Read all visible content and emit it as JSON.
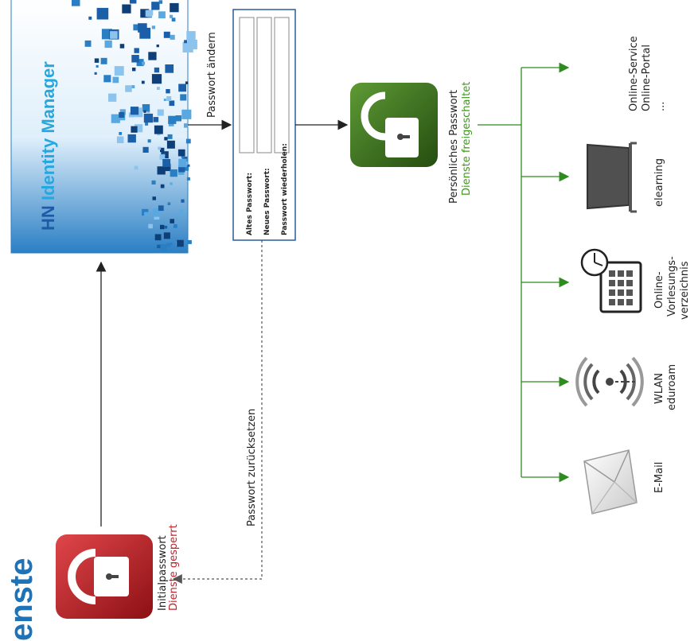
{
  "colors": {
    "red": "#c0222a",
    "green": "#3e6e1f",
    "green_text": "#3a9a16",
    "red_text": "#c0222a",
    "blue": "#1e73b8",
    "brand_blue": "#27a7e0"
  },
  "heading_fragment": "enste",
  "hn_banner": {
    "brand_prefix": "HN",
    "brand_suffix": "Identity Manager"
  },
  "form": {
    "fields": [
      "Altes Passwort:",
      "Neues Passwort:",
      "Passwort wiederholen:"
    ]
  },
  "labels": {
    "change_password": "Passwort ändern",
    "reset_password": "Passwort zurücksetzen",
    "initial_line1": "Initialpasswort",
    "initial_line2": "Dienste gesperrt",
    "personal_line1": "Persönliches Passwort",
    "personal_line2": "Dienste freigeschaltet"
  },
  "services": [
    {
      "icon": "mail-icon",
      "lines": [
        "E-Mail"
      ]
    },
    {
      "icon": "wifi-icon",
      "lines": [
        "WLAN",
        "eduroam"
      ]
    },
    {
      "icon": "calendar-clock-icon",
      "lines": [
        "Online-",
        "Vorlesungs-",
        "verzeichnis"
      ]
    },
    {
      "icon": "laptop-icon",
      "lines": [
        "elearning"
      ]
    },
    {
      "icon": "portal-icon",
      "lines": [
        "Online-Service",
        "Online-Portal",
        "..."
      ]
    }
  ]
}
